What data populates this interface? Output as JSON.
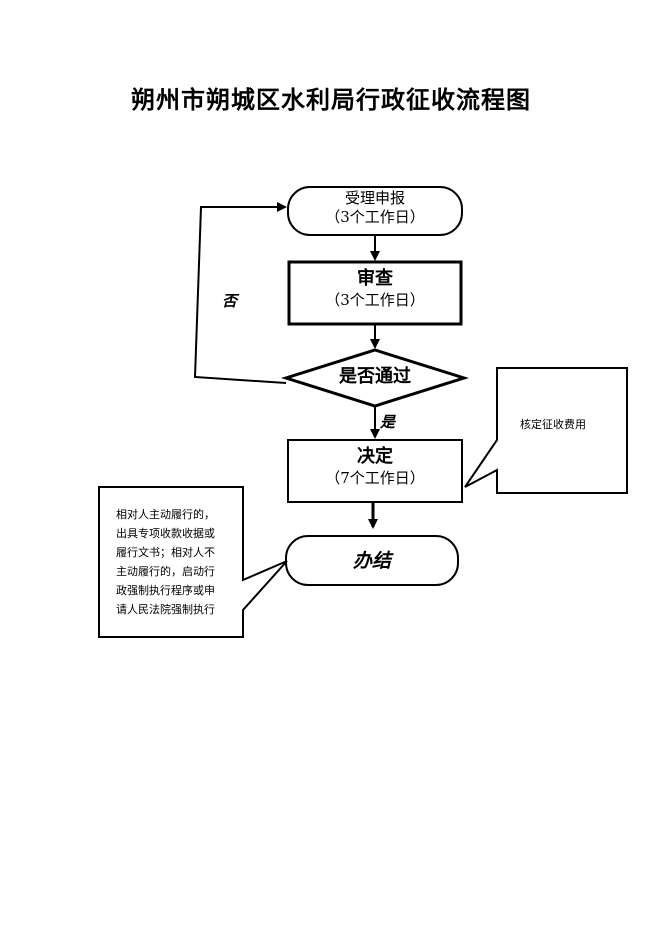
{
  "title": "朔州市朔城区水利局行政征收流程图",
  "nodes": {
    "accept": {
      "label": "受理申报",
      "duration": "（3个工作日）"
    },
    "review": {
      "label": "审查",
      "duration": "（3个工作日）"
    },
    "check": {
      "label": "是否通过"
    },
    "decide": {
      "label": "决定",
      "duration": "（7个工作日）"
    },
    "finish": {
      "label": "办结"
    }
  },
  "edges": {
    "no_label": "否",
    "yes_label": "是"
  },
  "notes": {
    "fee": "核定征收费用",
    "enforce": [
      "相对人主动履行的，",
      "出具专项收款收据或",
      "履行文书；相对人不",
      "主动履行的，启动行",
      "政强制执行程序或申",
      "请人民法院强制执行"
    ]
  }
}
